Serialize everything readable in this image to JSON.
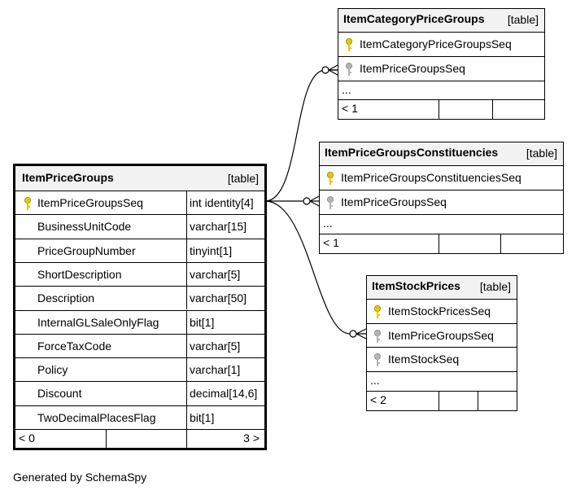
{
  "tables": {
    "item_price_groups": {
      "name": "ItemPriceGroups",
      "type_label": "[table]",
      "columns": [
        {
          "name": "ItemPriceGroupsSeq",
          "type": "int identity[4]",
          "key": "primary"
        },
        {
          "name": "BusinessUnitCode",
          "type": "varchar[15]",
          "key": "none"
        },
        {
          "name": "PriceGroupNumber",
          "type": "tinyint[1]",
          "key": "none"
        },
        {
          "name": "ShortDescription",
          "type": "varchar[5]",
          "key": "none"
        },
        {
          "name": "Description",
          "type": "varchar[50]",
          "key": "none"
        },
        {
          "name": "InternalGLSaleOnlyFlag",
          "type": "bit[1]",
          "key": "none"
        },
        {
          "name": "ForceTaxCode",
          "type": "varchar[5]",
          "key": "none"
        },
        {
          "name": "Policy",
          "type": "varchar[1]",
          "key": "none"
        },
        {
          "name": "Discount",
          "type": "decimal[14,6]",
          "key": "none"
        },
        {
          "name": "TwoDecimalPlacesFlag",
          "type": "bit[1]",
          "key": "none"
        }
      ],
      "footer_left": "< 0",
      "footer_right": "3 >"
    },
    "item_category_price_groups": {
      "name": "ItemCategoryPriceGroups",
      "type_label": "[table]",
      "columns": [
        {
          "name": "ItemCategoryPriceGroupsSeq",
          "key": "primary"
        },
        {
          "name": "ItemPriceGroupsSeq",
          "key": "foreign"
        }
      ],
      "ellipsis": "...",
      "footer_left": "< 1"
    },
    "item_price_groups_constituencies": {
      "name": "ItemPriceGroupsConstituencies",
      "type_label": "[table]",
      "columns": [
        {
          "name": "ItemPriceGroupsConstituenciesSeq",
          "key": "primary"
        },
        {
          "name": "ItemPriceGroupsSeq",
          "key": "foreign"
        }
      ],
      "ellipsis": "...",
      "footer_left": "< 1"
    },
    "item_stock_prices": {
      "name": "ItemStockPrices",
      "type_label": "[table]",
      "columns": [
        {
          "name": "ItemStockPricesSeq",
          "key": "primary"
        },
        {
          "name": "ItemPriceGroupsSeq",
          "key": "foreign"
        },
        {
          "name": "ItemStockSeq",
          "key": "foreign"
        }
      ],
      "ellipsis": "...",
      "footer_left": "< 2"
    }
  },
  "colors": {
    "primary_key": "#e6c800",
    "foreign_key": "#b4b4b4",
    "header_bg": "#f2f2f2"
  },
  "footer": "Generated by SchemaSpy"
}
